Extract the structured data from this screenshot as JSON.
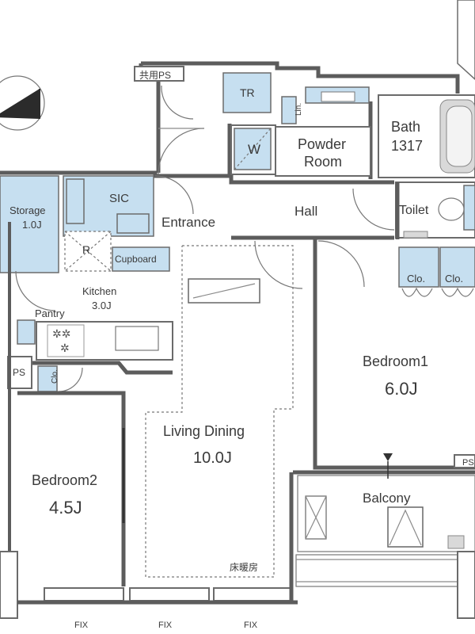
{
  "rooms": {
    "common_ps": "共用PS",
    "tr": "TR",
    "lin": "Lin.",
    "w": "W",
    "powder_room_1": "Powder",
    "powder_room_2": "Room",
    "bath_1": "Bath",
    "bath_2": "1317",
    "sic": "SIC",
    "storage_1": "Storage",
    "storage_2": "1.0J",
    "entrance": "Entrance",
    "hall": "Hall",
    "toilet": "Toilet",
    "refrigerator": "R",
    "cupboard": "Cupboard",
    "kitchen_1": "Kitchen",
    "kitchen_2": "3.0J",
    "pantry": "Pantry",
    "closet_1": "Clo.",
    "closet_2": "Clo.",
    "closet_3": "Clo.",
    "ps_left": "PS",
    "ps_right": "PS",
    "bedroom1_name": "Bedroom1",
    "bedroom1_size": "6.0J",
    "living_name": "Living Dining",
    "living_size": "10.0J",
    "floor_heating": "床暖房",
    "bedroom2_name": "Bedroom2",
    "bedroom2_size": "4.5J",
    "balcony": "Balcony"
  },
  "windows": {
    "fix_1": "FIX",
    "fix_2": "FIX",
    "fix_3": "FIX"
  },
  "colors": {
    "wet_area": "#c6dff0",
    "wall": "#5c5c5c"
  }
}
